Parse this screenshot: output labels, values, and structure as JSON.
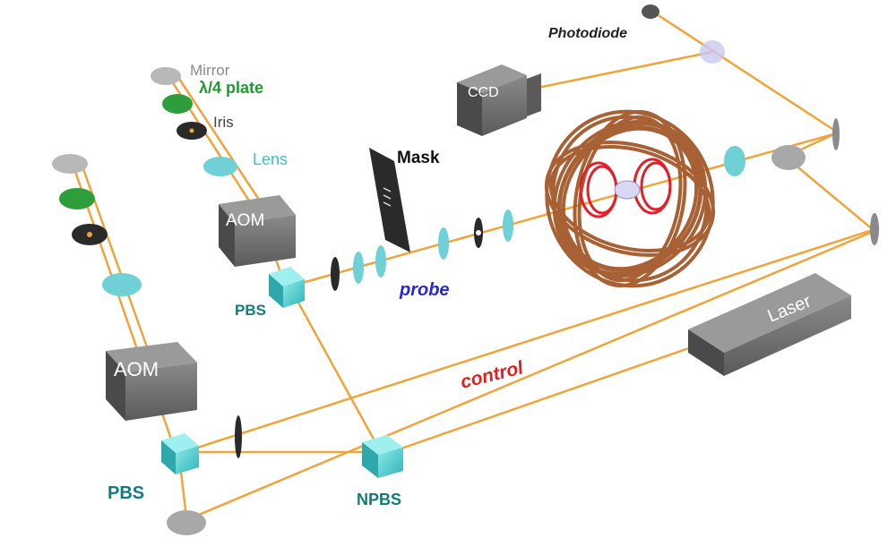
{
  "labels": {
    "mirror": "Mirror",
    "quarter_wave_plate": "λ/4 plate",
    "iris": "Iris",
    "lens": "Lens",
    "mask": "Mask",
    "ccd": "CCD",
    "photodiode": "Photodiode",
    "aom_top": "AOM",
    "aom_left": "AOM",
    "pbs_top": "PBS",
    "pbs_left": "PBS",
    "npbs": "NPBS",
    "probe": "probe",
    "control": "control",
    "laser": "Laser"
  },
  "colors": {
    "beam": "#f0a43c",
    "cube": "#4ed6d6",
    "lens": "#6fd0d6",
    "plate_green": "#2e9e3c",
    "iris": "#2a2a2a",
    "mirror": "#b0b0b0",
    "device_gray": "#6a6a6a",
    "coil_copper": "#a4592a",
    "coil_red": "#e0202a",
    "probe_text": "#2828d0",
    "control_text": "#e02020",
    "pbs_text": "#127c7c",
    "plate_text": "#1e9a2e",
    "lens_text": "#3cc0c8"
  }
}
